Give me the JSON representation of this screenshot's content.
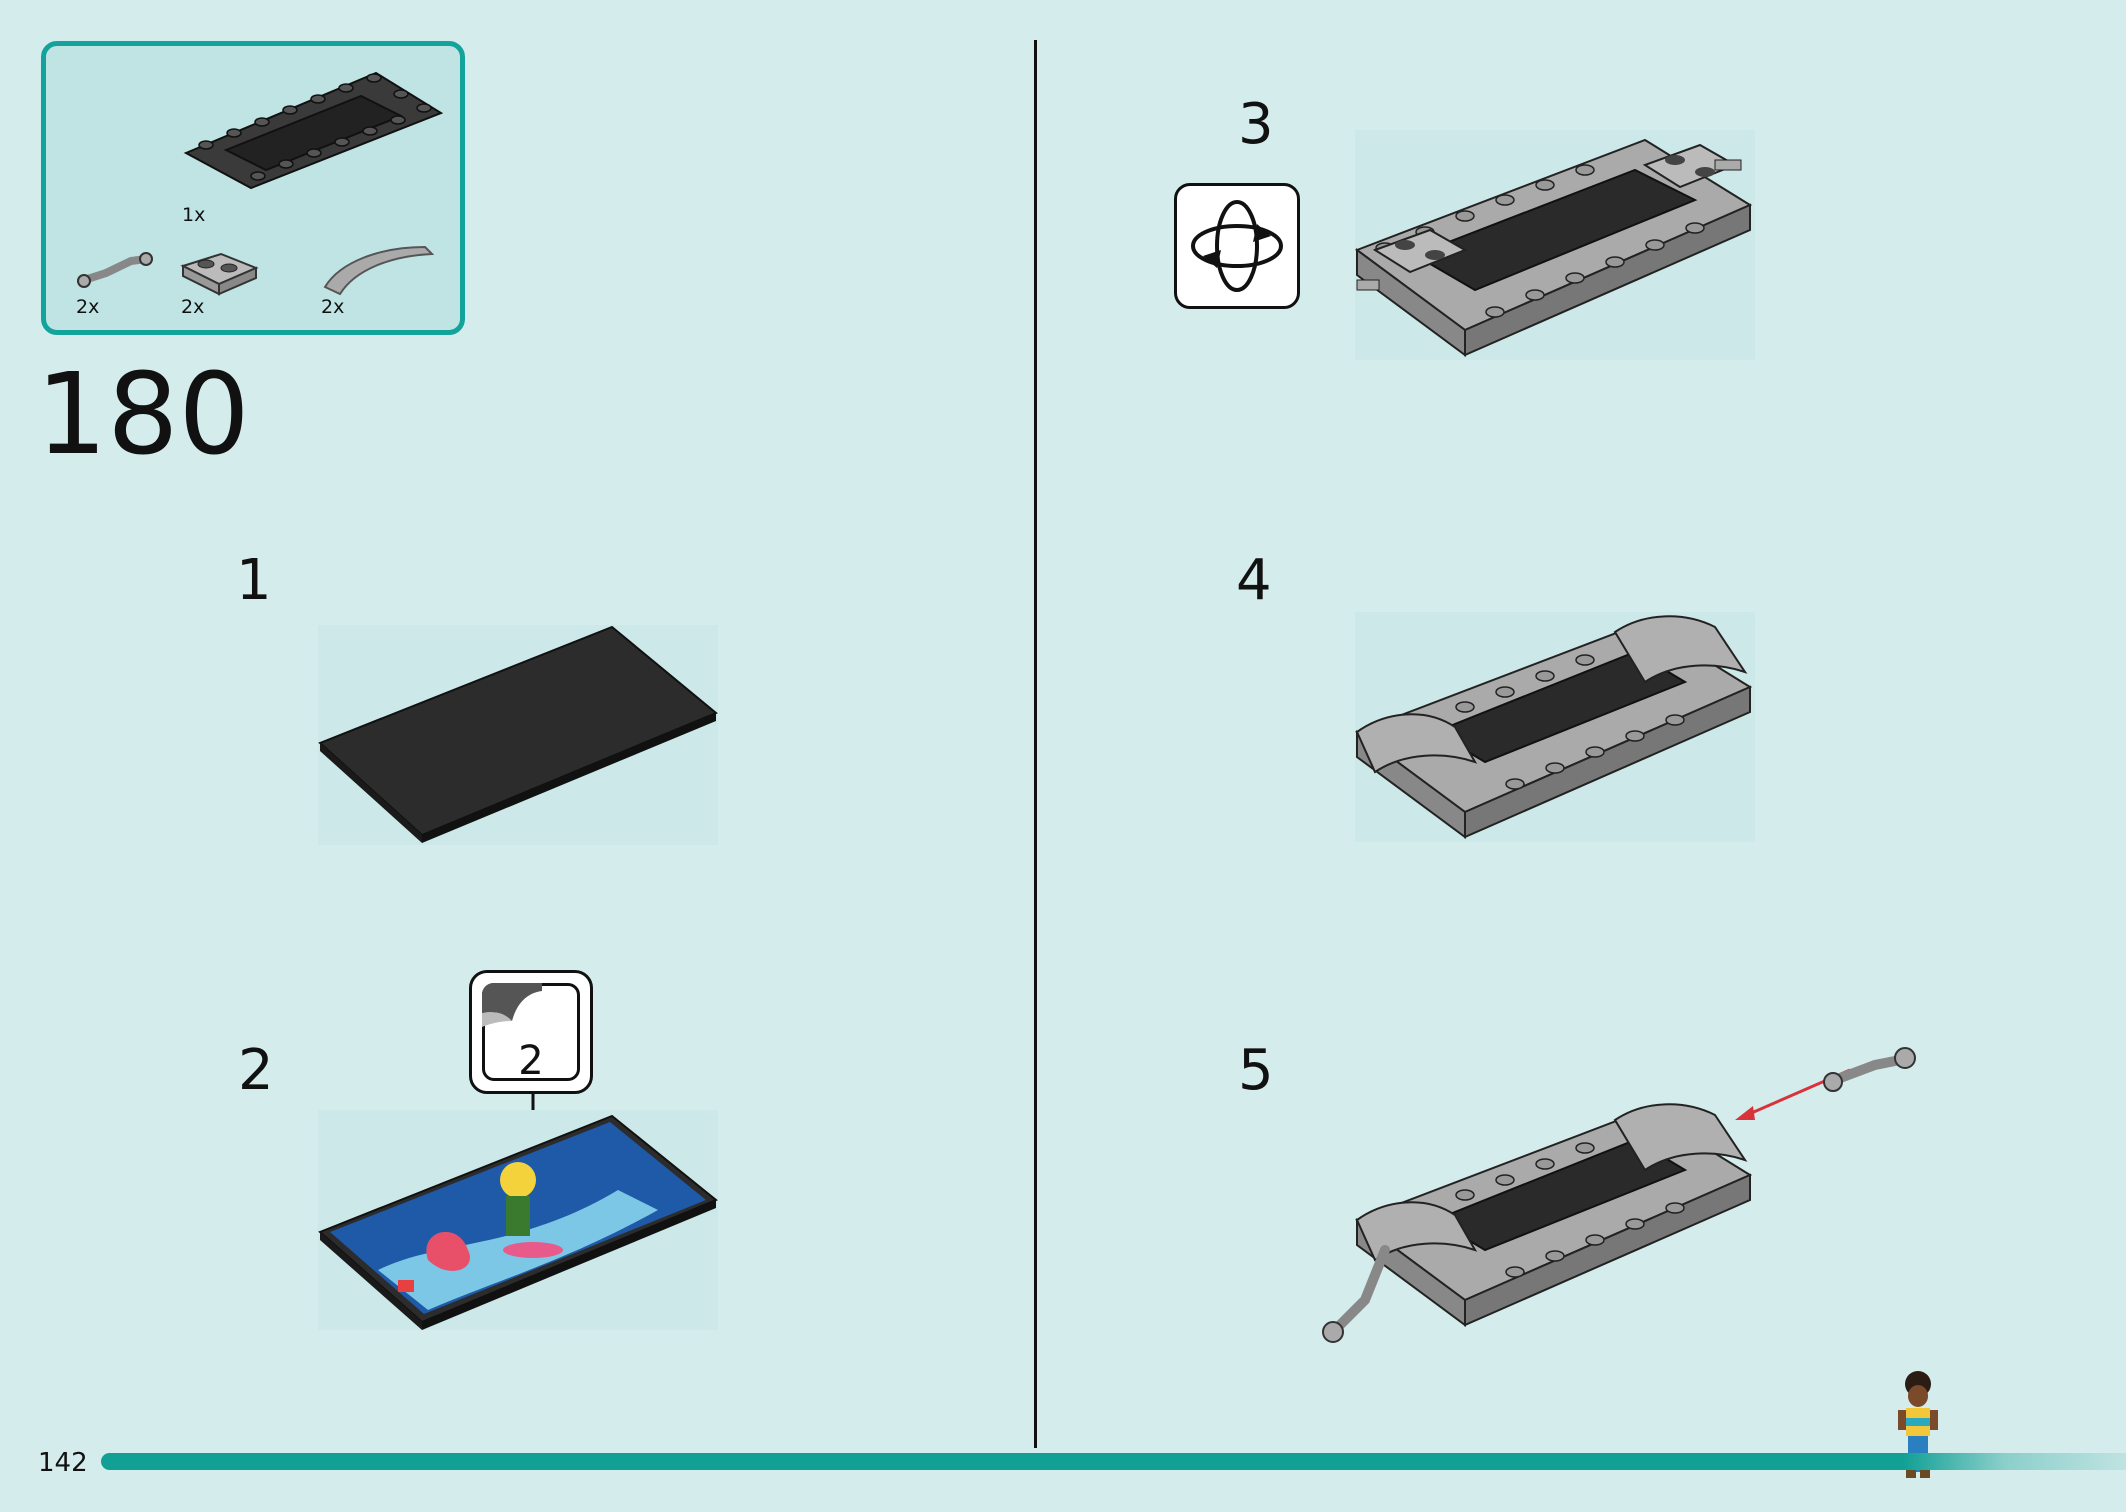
{
  "parts": {
    "plate_qty": "1x",
    "items": [
      {
        "qty": "2x",
        "icon": "clip-arm-icon"
      },
      {
        "qty": "2x",
        "icon": "plate-with-clips-icon"
      },
      {
        "qty": "2x",
        "icon": "curved-slope-icon"
      }
    ]
  },
  "step_number": "180",
  "sub_steps": [
    "1",
    "2",
    "3",
    "4",
    "5"
  ],
  "sticker_callout": "2",
  "page_number": "142",
  "colors": {
    "background": "#d4ecec",
    "accent": "#14a39b",
    "brick_dark": "#333333",
    "brick_light": "#a8a8a8",
    "arrow": "#d9333a"
  }
}
